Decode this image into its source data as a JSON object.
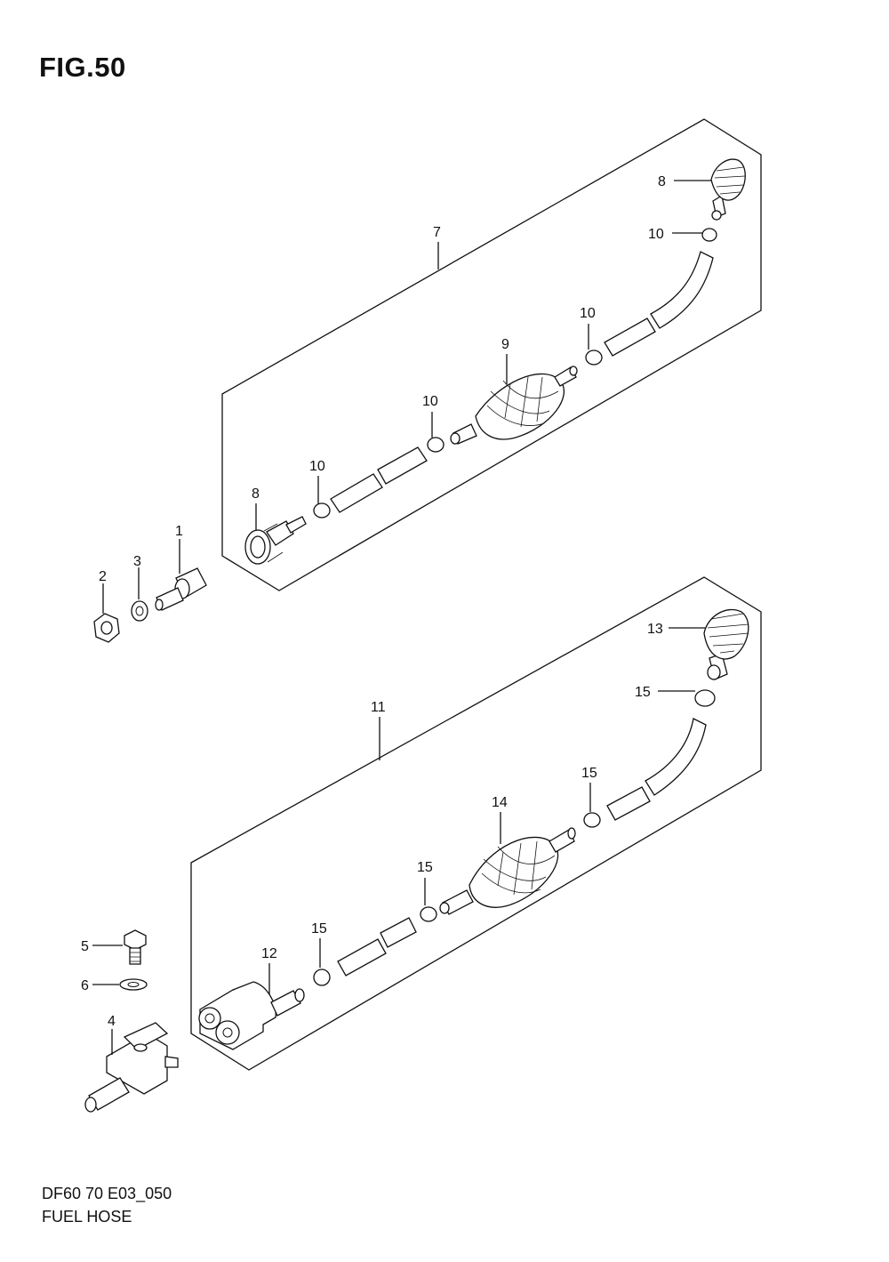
{
  "figure": {
    "title": "FIG.50"
  },
  "footer": {
    "code": "DF60 70 E03_050",
    "name": "FUEL HOSE"
  },
  "callouts": {
    "c1": "1",
    "c2": "2",
    "c3": "3",
    "c4": "4",
    "c5": "5",
    "c6": "6",
    "c7": "7",
    "c8a": "8",
    "c8b": "8",
    "c9": "9",
    "c10a": "10",
    "c10b": "10",
    "c10c": "10",
    "c10d": "10",
    "c11": "11",
    "c12": "12",
    "c13": "13",
    "c14": "14",
    "c15a": "15",
    "c15b": "15",
    "c15c": "15",
    "c15d": "15"
  }
}
